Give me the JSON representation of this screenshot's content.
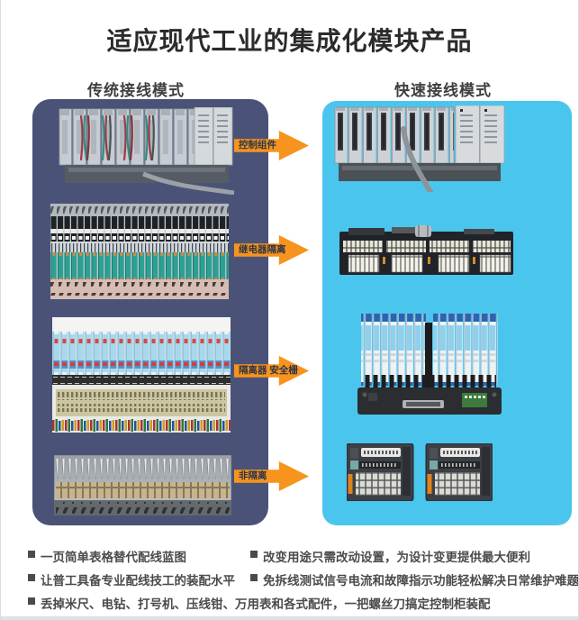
{
  "title": "适应现代工业的集成化模块产品",
  "panels": {
    "traditional": {
      "label": "传统接线模式",
      "bg": "#4A5377"
    },
    "quick": {
      "label": "快速接线模式",
      "bg": "#4AC6EE"
    }
  },
  "arrows": [
    {
      "label": "控制组件"
    },
    {
      "label": "继电器隔离"
    },
    {
      "label": "隔离器 安全栅"
    },
    {
      "label": "非隔离"
    }
  ],
  "bullets": [
    "一页简单表格替代配线蓝图",
    "改变用途只需改动设置，为设计变更提供最大便利",
    "让普工具备专业配线技工的装配水平",
    "免拆线测试信号电流和故障指示功能轻松解决日常维护难题",
    "丢掉米尺、电钻、打号机、压线钳、万用表和各式配件，一把螺丝刀搞定控制柜装配"
  ],
  "images": {
    "traditional": [
      "plc-rack-with-wire-bundles",
      "relay-terminal-rows",
      "isolator-and-safety-barrier-rows",
      "non-isolated-terminal-strip"
    ],
    "quick": [
      "plc-rack-clean",
      "relay-module-board",
      "isolator-module-assembly",
      "terminal-interface-modules"
    ]
  },
  "colors": {
    "traditional_panel": "#4A5377",
    "quick_panel": "#4AC6EE",
    "arrow": "#F7941D",
    "title_text": "#2B2B2B",
    "body_text": "#4B4B4B"
  }
}
